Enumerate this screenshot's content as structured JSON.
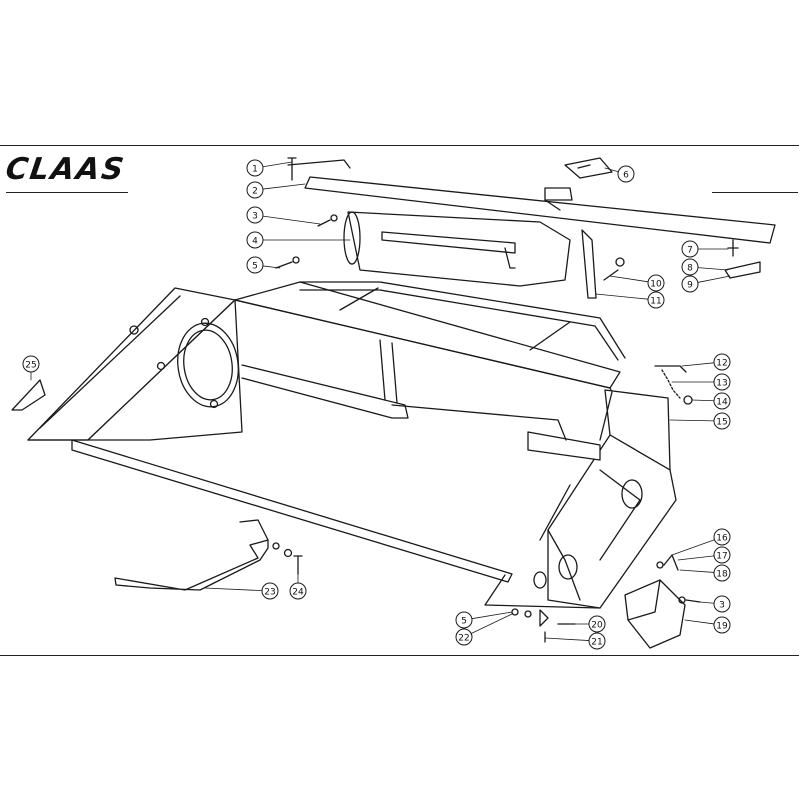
{
  "brand": {
    "logo_text": "CLAAS"
  },
  "callouts": [
    {
      "id": "c1",
      "label": "1"
    },
    {
      "id": "c2",
      "label": "2"
    },
    {
      "id": "c3",
      "label": "3"
    },
    {
      "id": "c4",
      "label": "4"
    },
    {
      "id": "c5",
      "label": "5"
    },
    {
      "id": "c6",
      "label": "6"
    },
    {
      "id": "c7",
      "label": "7"
    },
    {
      "id": "c8",
      "label": "8"
    },
    {
      "id": "c9",
      "label": "9"
    },
    {
      "id": "c10",
      "label": "10"
    },
    {
      "id": "c11",
      "label": "11"
    },
    {
      "id": "c12",
      "label": "12"
    },
    {
      "id": "c13",
      "label": "13"
    },
    {
      "id": "c14",
      "label": "14"
    },
    {
      "id": "c15",
      "label": "15"
    },
    {
      "id": "c16",
      "label": "16"
    },
    {
      "id": "c17",
      "label": "17"
    },
    {
      "id": "c18",
      "label": "18"
    },
    {
      "id": "c19",
      "label": "19"
    },
    {
      "id": "c20",
      "label": "20"
    },
    {
      "id": "c21",
      "label": "21"
    },
    {
      "id": "c22",
      "label": "22"
    },
    {
      "id": "c23",
      "label": "23"
    },
    {
      "id": "c24",
      "label": "24"
    },
    {
      "id": "c25",
      "label": "25"
    },
    {
      "id": "c3b",
      "label": "3"
    },
    {
      "id": "c5b",
      "label": "5"
    }
  ]
}
